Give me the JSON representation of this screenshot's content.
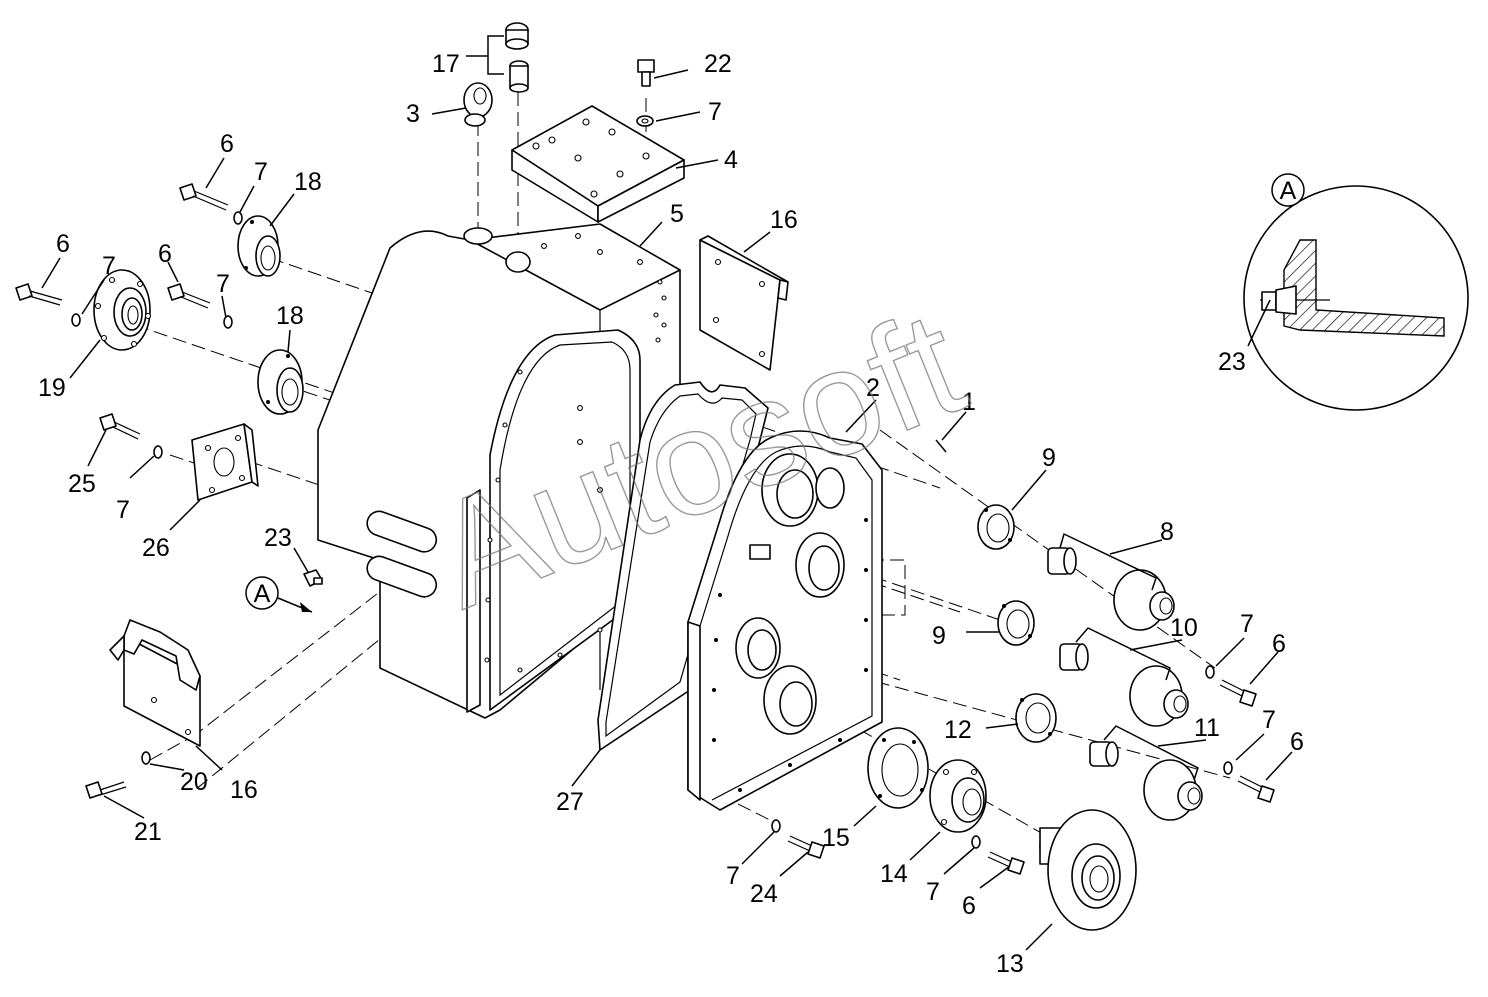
{
  "diagram": {
    "watermark": "Autosoft",
    "callouts": [
      {
        "id": "c1",
        "text": "1"
      },
      {
        "id": "c2",
        "text": "2"
      },
      {
        "id": "c3",
        "text": "3"
      },
      {
        "id": "c4",
        "text": "4"
      },
      {
        "id": "c5",
        "text": "5"
      },
      {
        "id": "c6a",
        "text": "6"
      },
      {
        "id": "c6b",
        "text": "6"
      },
      {
        "id": "c6c",
        "text": "6"
      },
      {
        "id": "c6d",
        "text": "6"
      },
      {
        "id": "c6e",
        "text": "6"
      },
      {
        "id": "c6f",
        "text": "6"
      },
      {
        "id": "c7a",
        "text": "7"
      },
      {
        "id": "c7b",
        "text": "7"
      },
      {
        "id": "c7c",
        "text": "7"
      },
      {
        "id": "c7d",
        "text": "7"
      },
      {
        "id": "c7e",
        "text": "7"
      },
      {
        "id": "c7f",
        "text": "7"
      },
      {
        "id": "c7g",
        "text": "7"
      },
      {
        "id": "c7h",
        "text": "7"
      },
      {
        "id": "c7i",
        "text": "7"
      },
      {
        "id": "c8",
        "text": "8"
      },
      {
        "id": "c9a",
        "text": "9"
      },
      {
        "id": "c9b",
        "text": "9"
      },
      {
        "id": "c10",
        "text": "10"
      },
      {
        "id": "c11",
        "text": "11"
      },
      {
        "id": "c12",
        "text": "12"
      },
      {
        "id": "c13",
        "text": "13"
      },
      {
        "id": "c14",
        "text": "14"
      },
      {
        "id": "c15",
        "text": "15"
      },
      {
        "id": "c16a",
        "text": "16"
      },
      {
        "id": "c16b",
        "text": "16"
      },
      {
        "id": "c17",
        "text": "17"
      },
      {
        "id": "c18a",
        "text": "18"
      },
      {
        "id": "c18b",
        "text": "18"
      },
      {
        "id": "c19",
        "text": "19"
      },
      {
        "id": "c20",
        "text": "20"
      },
      {
        "id": "c21",
        "text": "21"
      },
      {
        "id": "c22",
        "text": "22"
      },
      {
        "id": "c23a",
        "text": "23"
      },
      {
        "id": "c23b",
        "text": "23"
      },
      {
        "id": "c24",
        "text": "24"
      },
      {
        "id": "c25",
        "text": "25"
      },
      {
        "id": "c26",
        "text": "26"
      },
      {
        "id": "c27",
        "text": "27"
      }
    ],
    "detail_marker": "A",
    "detail_view_label": "A"
  }
}
